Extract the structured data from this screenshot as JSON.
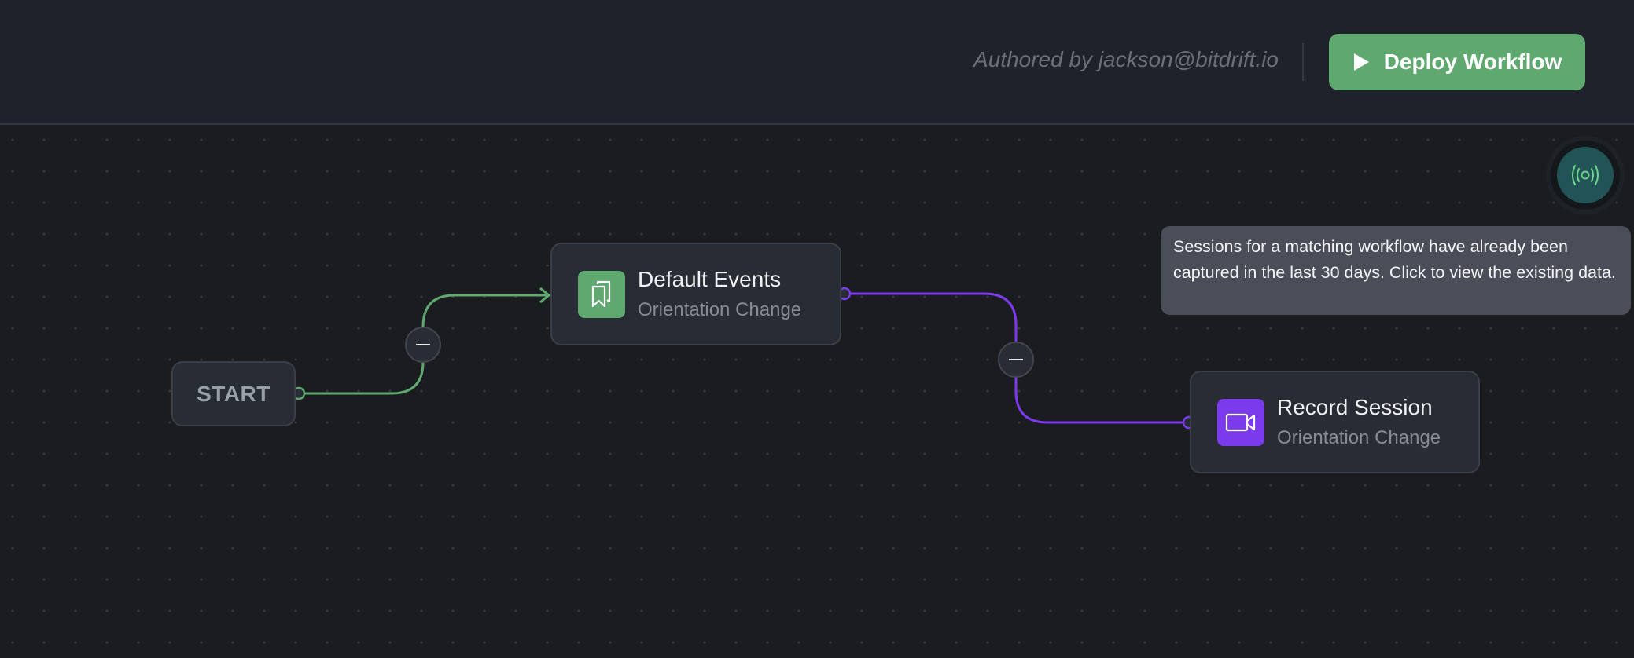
{
  "header": {
    "author_text": "Authored by jackson@bitdrift.io",
    "deploy_button_label": "Deploy Workflow",
    "deploy_button_color": "#5fa870"
  },
  "canvas": {
    "background": "#1b1c20",
    "grid": "dotted",
    "live_button_icon": "broadcast-icon",
    "tooltip_text": "Sessions for a matching workflow have already been captured in the last 30 days. Click to view the existing data."
  },
  "nodes": [
    {
      "id": "start",
      "label": "START"
    },
    {
      "id": "default-events",
      "title": "Default Events",
      "subtitle": "Orientation Change",
      "icon": "bookmarks-icon",
      "color": "#5fa870"
    },
    {
      "id": "record-session",
      "title": "Record Session",
      "subtitle": "Orientation Change",
      "icon": "video-camera-icon",
      "color": "#7c3aed"
    }
  ],
  "edges": [
    {
      "from": "start",
      "to": "default-events",
      "color": "#5fa870",
      "control": "minus"
    },
    {
      "from": "default-events",
      "to": "record-session",
      "color": "#7c3aed",
      "control": "minus"
    }
  ]
}
